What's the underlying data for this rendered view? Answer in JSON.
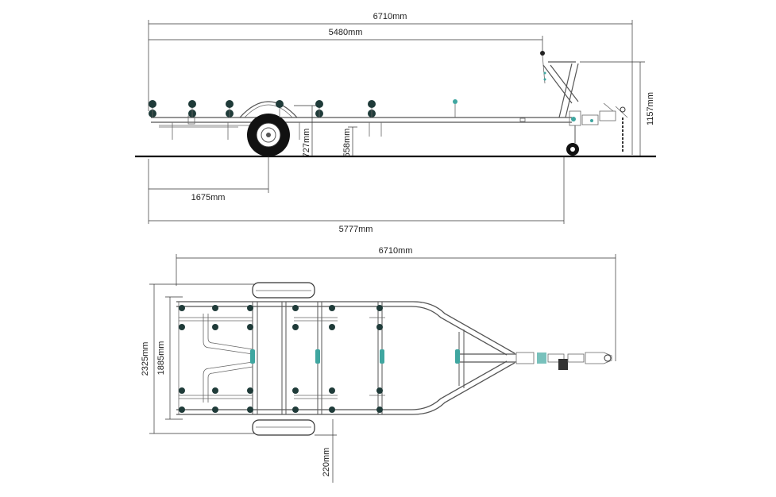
{
  "side_view": {
    "overall_length": "6710mm",
    "bunk_length": "5480mm",
    "height": "1157mm",
    "wheel_height": "727mm",
    "bed_height": "558mm",
    "axle_to_rear": "1675mm",
    "body_length": "5777mm"
  },
  "top_view": {
    "overall_length": "6710mm",
    "overall_width": "2325mm",
    "inner_width": "1885mm",
    "wheel_offset": "220mm"
  },
  "colors": {
    "roller": "#1f3b39",
    "roller_accent": "#3fa6a0",
    "frame": "#555555"
  }
}
